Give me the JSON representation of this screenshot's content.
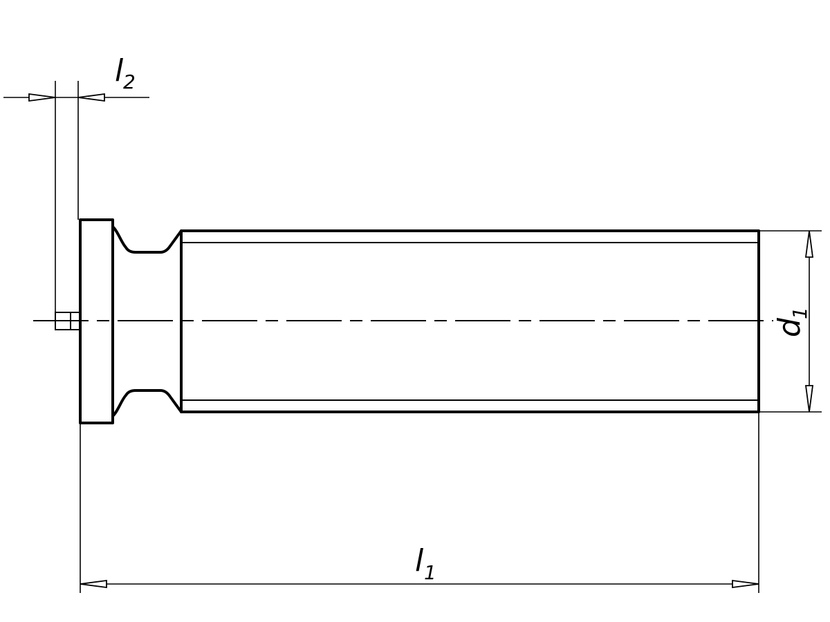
{
  "dimensions": {
    "overall_length": {
      "symbol": "l",
      "subscript": "1"
    },
    "head_height": {
      "symbol": "l",
      "subscript": "2"
    },
    "shank_diameter": {
      "symbol": "d",
      "subscript": "1"
    }
  }
}
